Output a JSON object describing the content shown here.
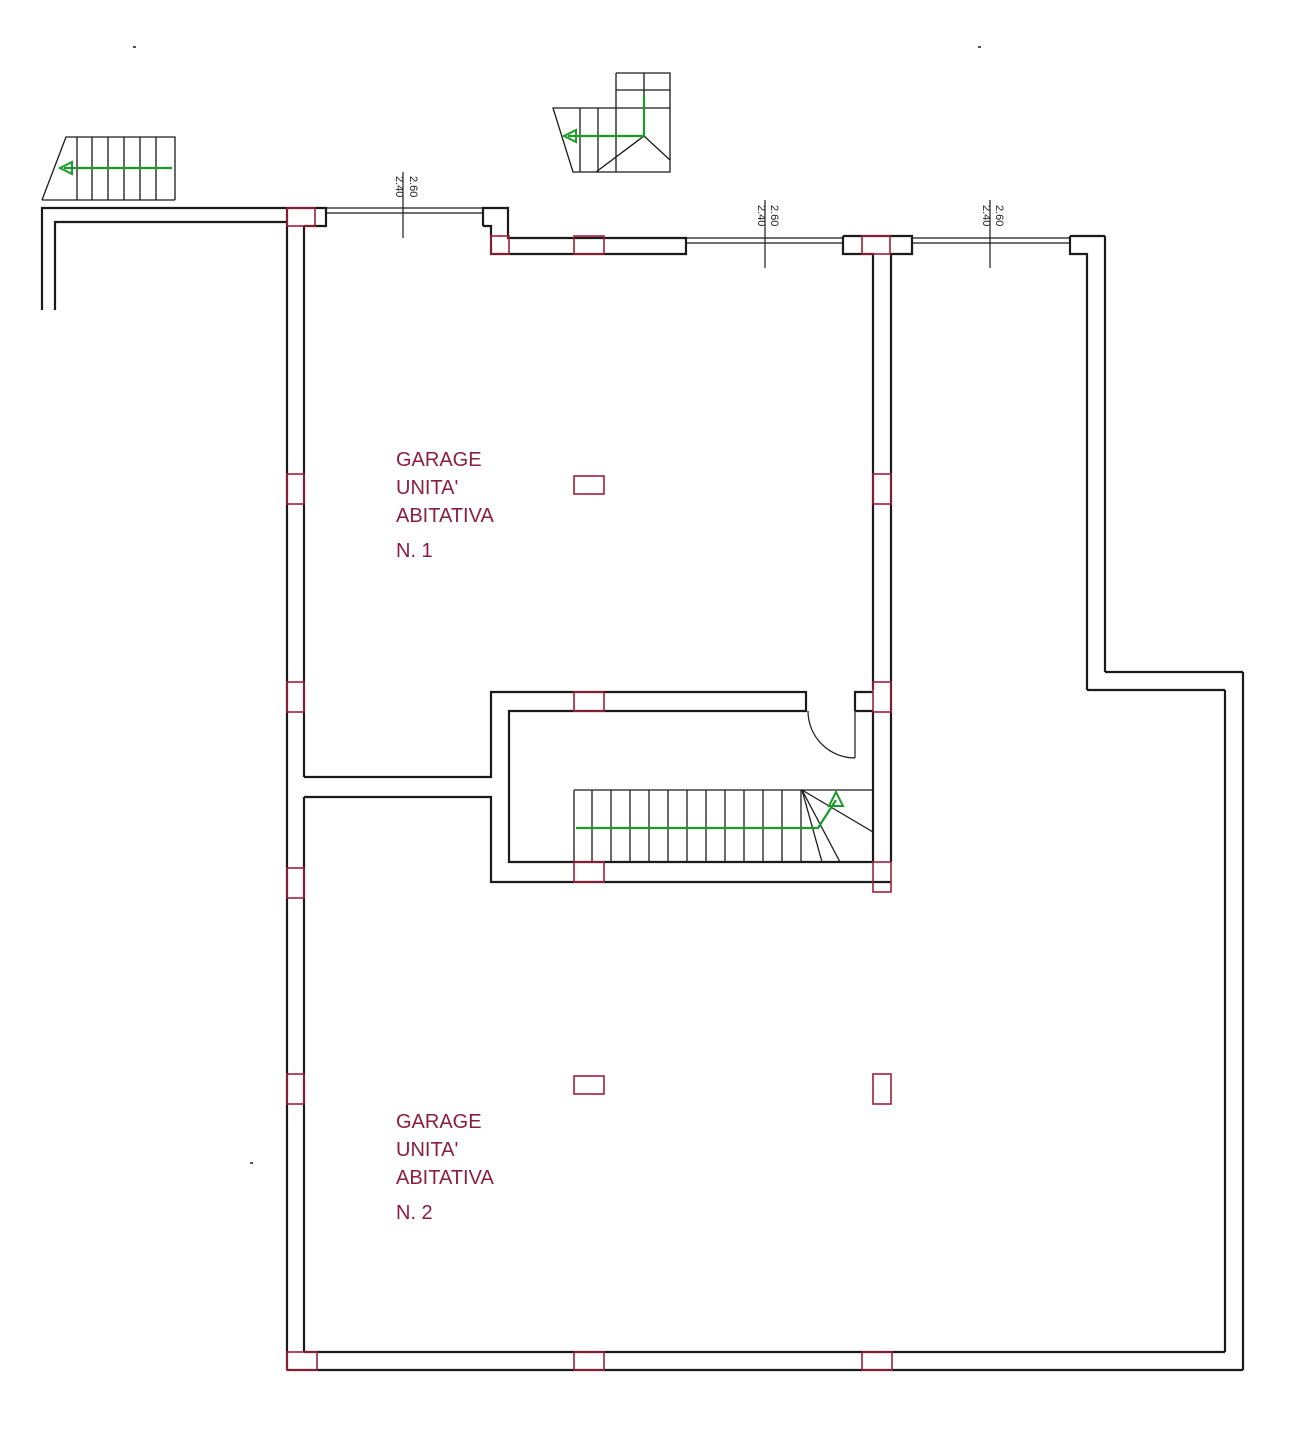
{
  "colors": {
    "wall": "#1a1a1a",
    "pillar": "#a01e3c",
    "label": "#8b1e3f",
    "stair_arrow": "#1c9a2a"
  },
  "rooms": [
    {
      "line1": "GARAGE",
      "line2": "UNITA'",
      "line3": "ABITATIVA",
      "number": "N. 1"
    },
    {
      "line1": "GARAGE",
      "line2": "UNITA'",
      "line3": "ABITATIVA",
      "number": "N. 2"
    }
  ],
  "openings": [
    {
      "upper": "2.60",
      "lower": "2.40"
    },
    {
      "upper": "2.60",
      "lower": "2.40"
    },
    {
      "upper": "2.60",
      "lower": "2.40"
    }
  ]
}
